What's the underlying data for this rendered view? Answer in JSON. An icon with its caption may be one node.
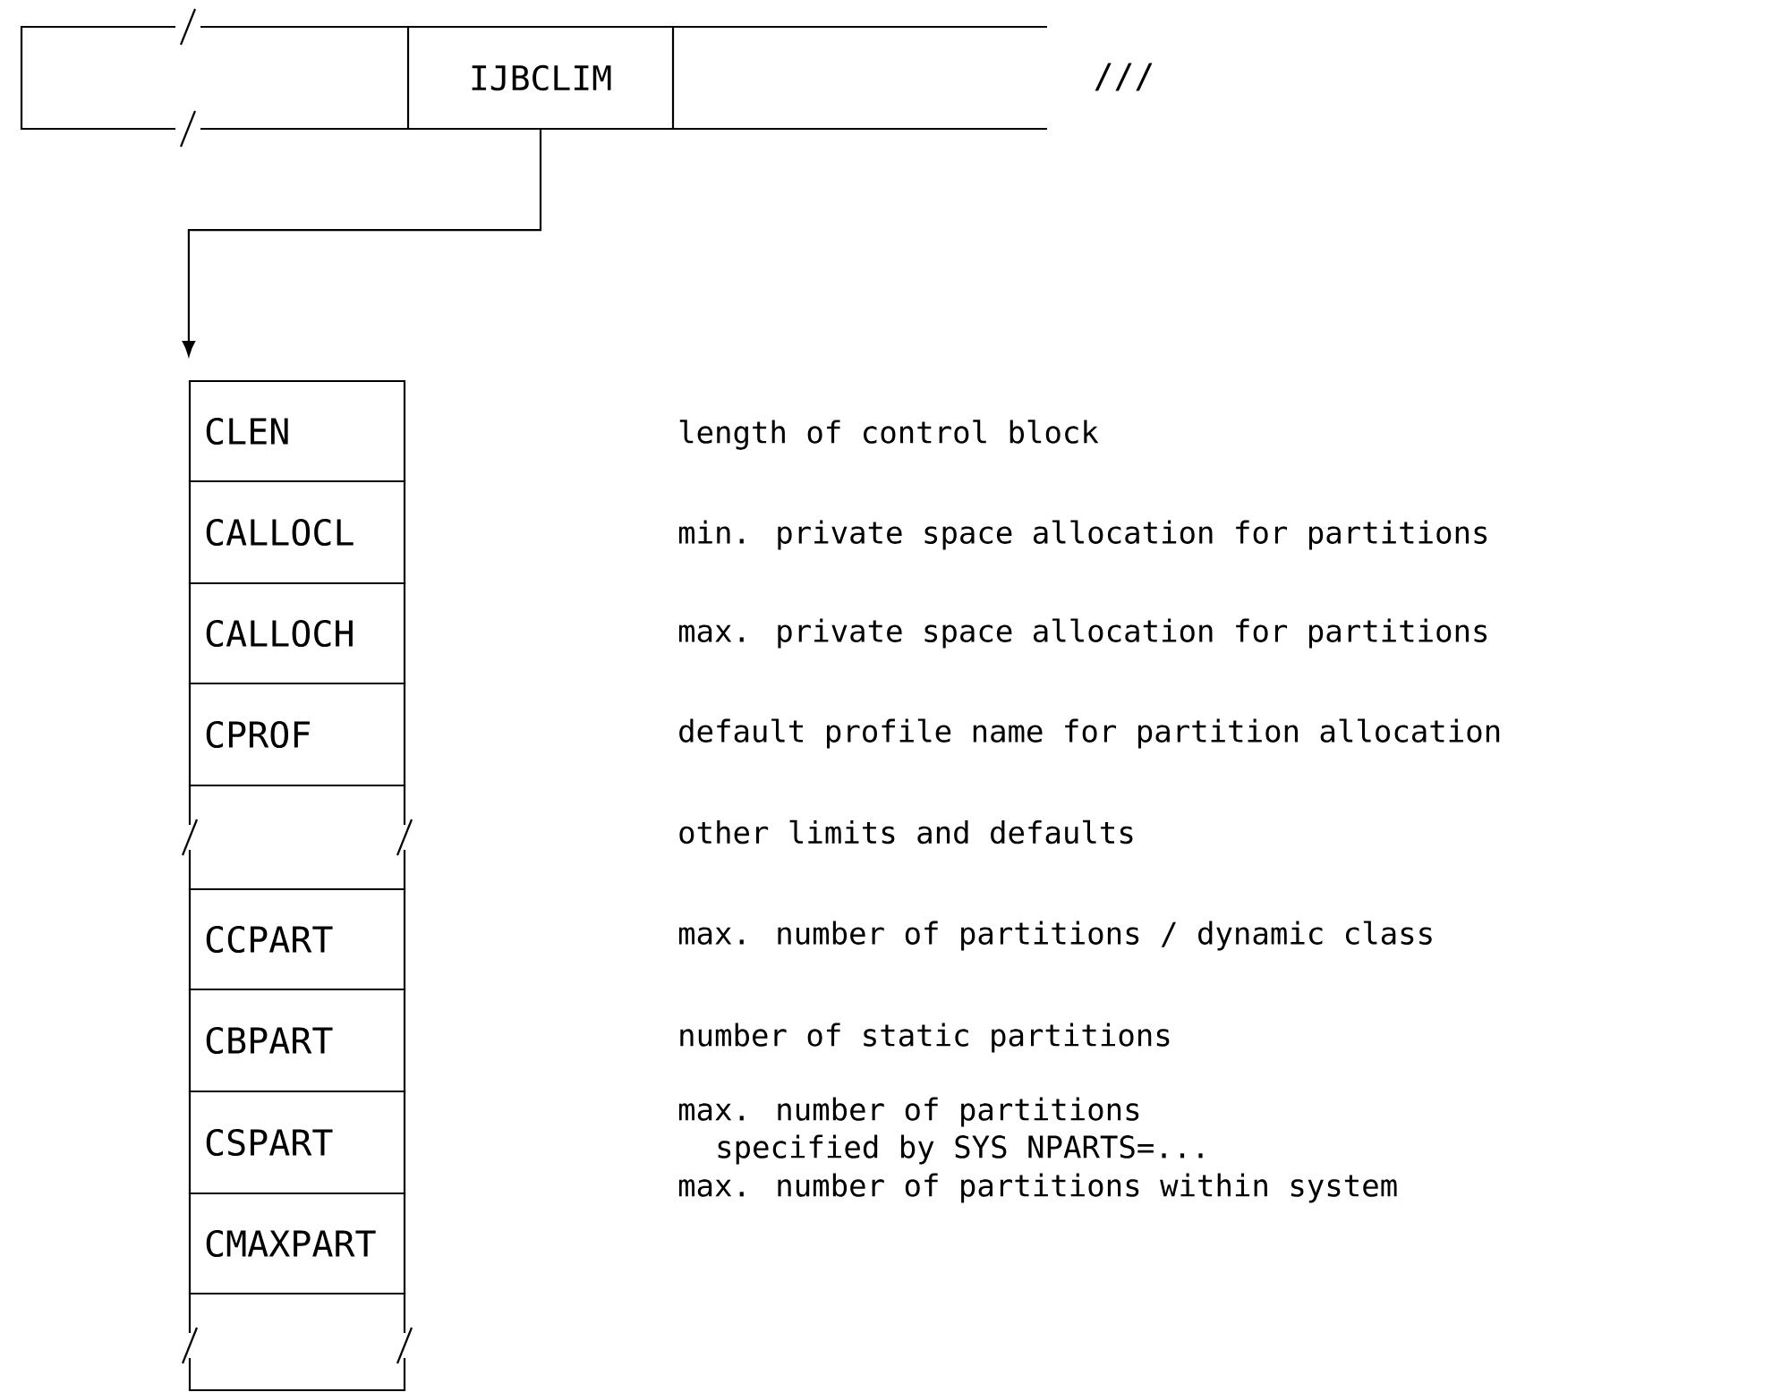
{
  "diagram": {
    "nodes": [
      {
        "text": [],
        "shape": "box"
      },
      {
        "text": [
          "IJBCLIM"
        ]
      },
      {
        "text": [],
        "shape": "box"
      },
      {
        "text": [
          "CLEN"
        ]
      },
      {
        "text": [
          "CALLOCL"
        ]
      },
      {
        "text": [
          "CALLOCH"
        ]
      },
      {
        "text": [
          "CPROF"
        ]
      },
      {
        "text": [],
        "shape": "box"
      },
      {
        "text": [
          "CCPART"
        ]
      },
      {
        "text": [
          "CBPART"
        ]
      },
      {
        "text": [
          "CSPART"
        ]
      },
      {
        "text": [
          "CMAXPART"
        ]
      },
      {
        "text": [],
        "shape": "box"
      }
    ],
    "edges": [
      {
        "from": 1,
        "to": 3,
        "arrow": "to"
      }
    ],
    "labels": [
      "///",
      "length of control block",
      "min. private space allocation for partitions",
      "max. private space allocation for partitions",
      "default profile name for partition allocation",
      "other limits and defaults",
      "max. number of partitions / dynamic class",
      "number of static partitions",
      "max. number of partitions specified by SYS NPARTS=...",
      "max. number of partitions within system"
    ]
  }
}
